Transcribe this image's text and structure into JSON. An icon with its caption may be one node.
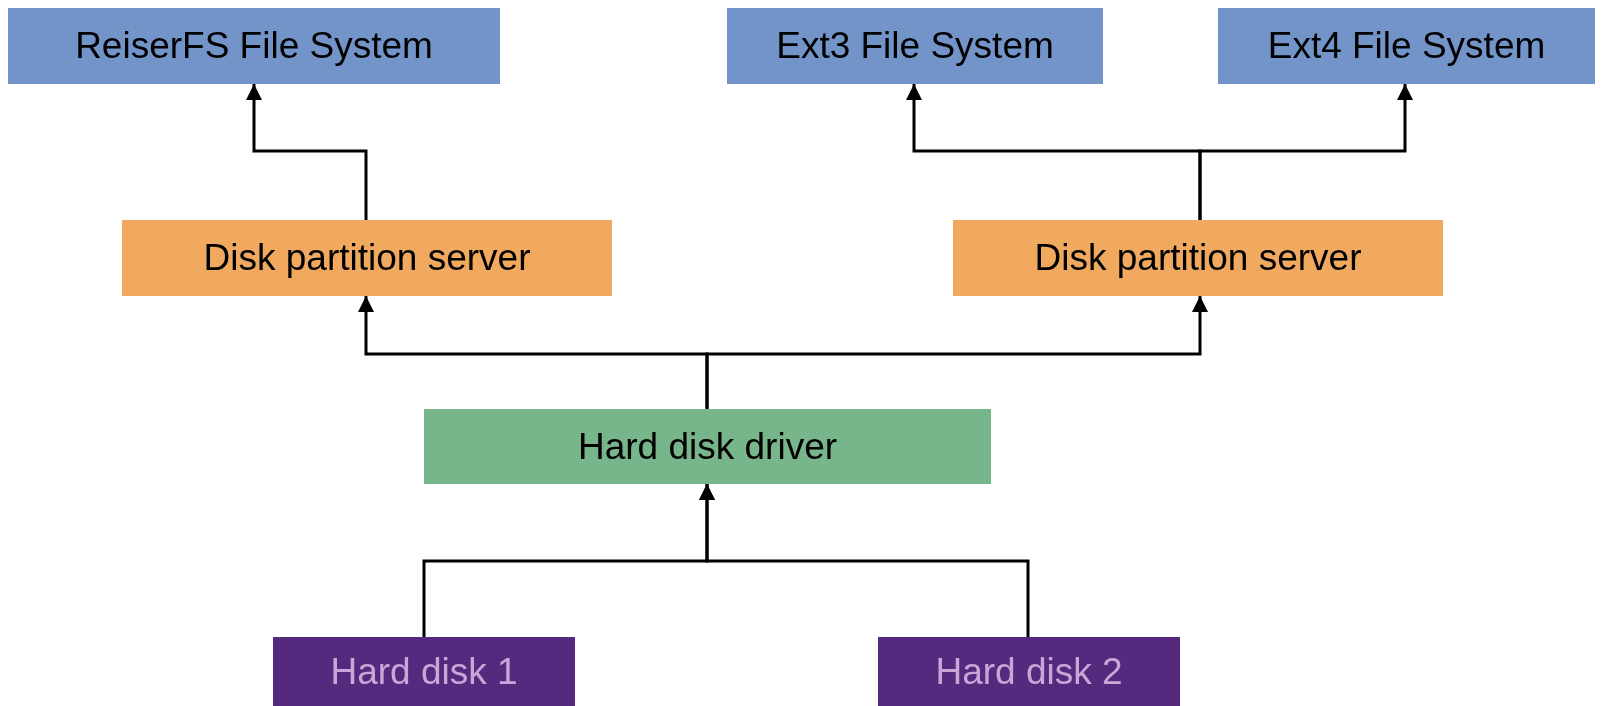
{
  "diagram": {
    "nodes": [
      {
        "text": [
          "ReiserFS File System"
        ]
      },
      {
        "text": [
          "Ext3 File System"
        ]
      },
      {
        "text": [
          "Ext4 File System"
        ]
      },
      {
        "text": [
          "Disk partition server"
        ]
      },
      {
        "text": [
          "Disk partition server"
        ]
      },
      {
        "text": [
          "Hard disk driver"
        ]
      },
      {
        "text": [
          "Hard disk 1"
        ]
      },
      {
        "text": [
          "Hard disk 2"
        ]
      }
    ],
    "edges": [
      {
        "from": 6,
        "to": 5,
        "arrow": "to"
      },
      {
        "from": 7,
        "to": 5,
        "arrow": "to"
      },
      {
        "from": 5,
        "to": 3,
        "arrow": "to"
      },
      {
        "from": 5,
        "to": 4,
        "arrow": "to"
      },
      {
        "from": 3,
        "to": 0,
        "arrow": "to"
      },
      {
        "from": 4,
        "to": 1,
        "arrow": "to"
      },
      {
        "from": 4,
        "to": 2,
        "arrow": "to"
      }
    ]
  }
}
